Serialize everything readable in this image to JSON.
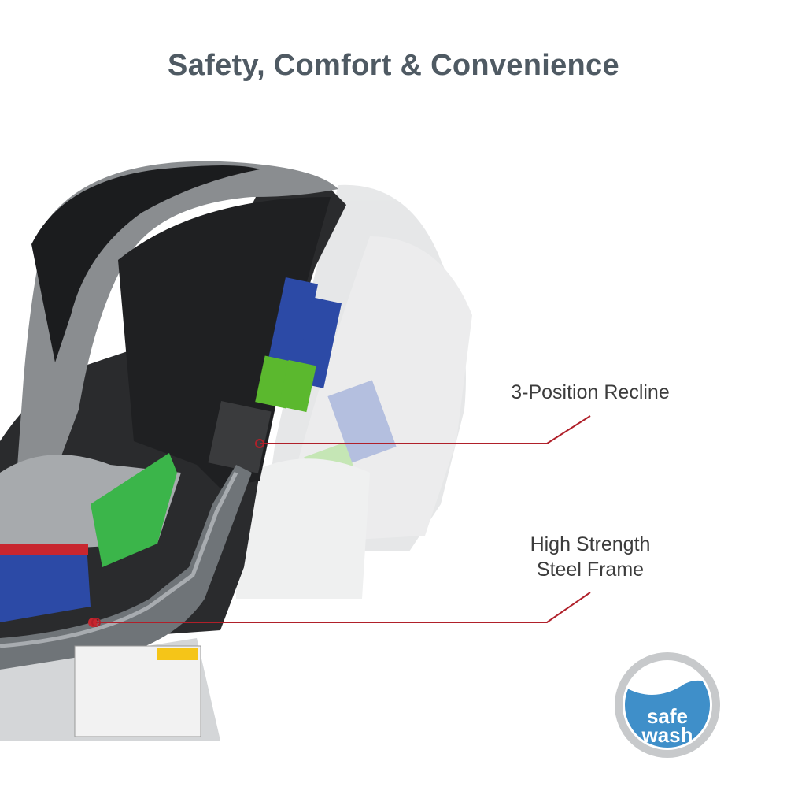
{
  "header": {
    "title": "Safety, Comfort & Convenience"
  },
  "callouts": {
    "recline": "3-Position Recline",
    "frame_line1": "High Strength",
    "frame_line2": "Steel Frame"
  },
  "badge": {
    "line1": "safe",
    "line2": "wash"
  },
  "colors": {
    "title": "#4f5a63",
    "callout_line": "#b0202a",
    "seat_gray": "#8a8d90",
    "label_blue": "#2c4aa6",
    "label_green": "#5bb82e",
    "badge_blue": "#3f8fc9"
  }
}
